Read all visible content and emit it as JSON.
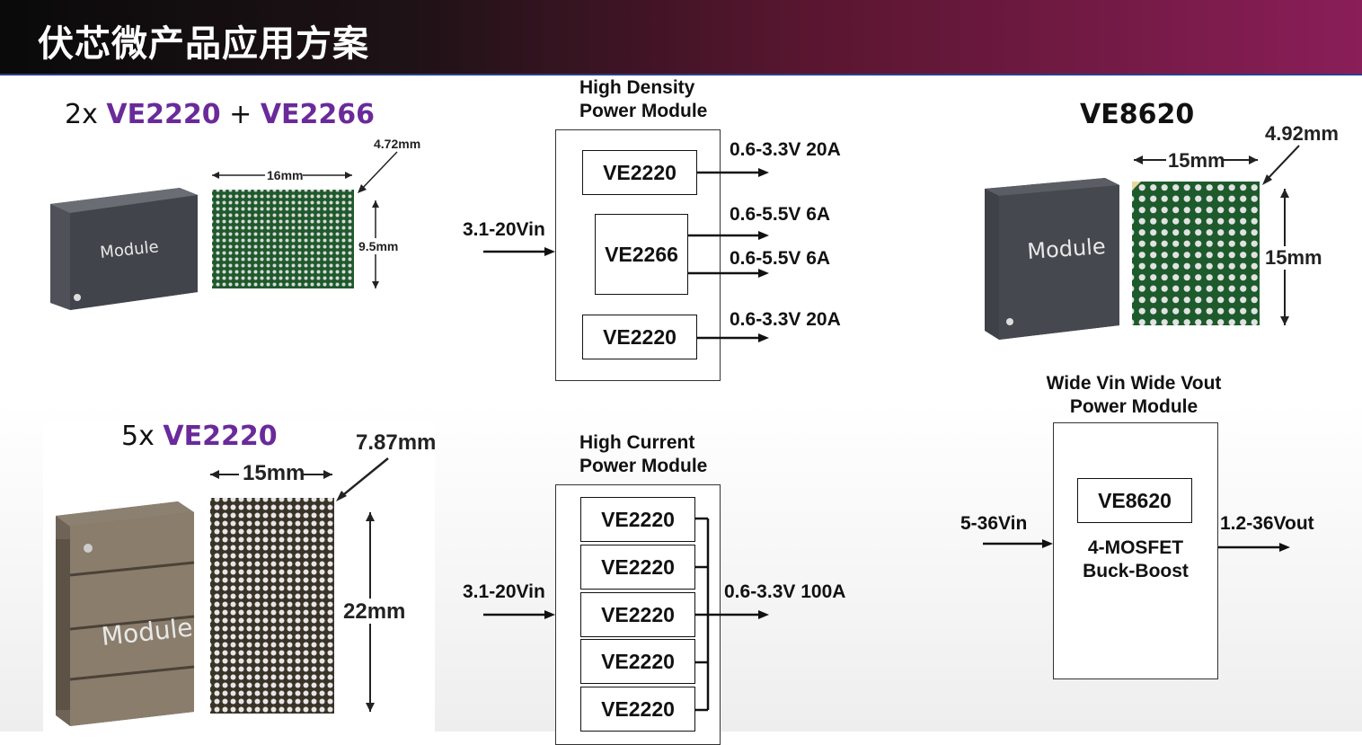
{
  "header": {
    "title": "伏芯微产品应用方案"
  },
  "section1": {
    "prefix": "2x ",
    "part_a": "VE2220",
    "plus": " + ",
    "part_b": "VE2266",
    "module_label": "Module",
    "dim_height": "4.72mm",
    "dim_width": "16mm",
    "dim_depth": "9.5mm"
  },
  "section2": {
    "prefix": "5x ",
    "part": "VE2220",
    "module_label": "Module",
    "dim_height": "7.87mm",
    "dim_width": "15mm",
    "dim_depth": "22mm"
  },
  "section3": {
    "part": "VE8620",
    "module_label": "Module",
    "dim_height": "4.92mm",
    "dim_width": "15mm",
    "dim_depth": "15mm"
  },
  "diagram_density": {
    "title_line1": "High Density",
    "title_line2": "Power Module",
    "input": "3.1-20Vin",
    "blocks": [
      "VE2220",
      "VE2266",
      "VE2220"
    ],
    "outputs": [
      "0.6-3.3V 20A",
      "0.6-5.5V 6A",
      "0.6-5.5V 6A",
      "0.6-3.3V 20A"
    ]
  },
  "diagram_current": {
    "title_line1": "High Current",
    "title_line2": "Power Module",
    "input": "3.1-20Vin",
    "blocks": [
      "VE2220",
      "VE2220",
      "VE2220",
      "VE2220",
      "VE2220"
    ],
    "output": "0.6-3.3V 100A"
  },
  "diagram_wide": {
    "title_line1": "Wide Vin Wide Vout",
    "title_line2": "Power Module",
    "input": "5-36Vin",
    "block": "VE8620",
    "desc_line1": "4-MOSFET",
    "desc_line2": "Buck-Boost",
    "output": "1.2-36Vout"
  }
}
